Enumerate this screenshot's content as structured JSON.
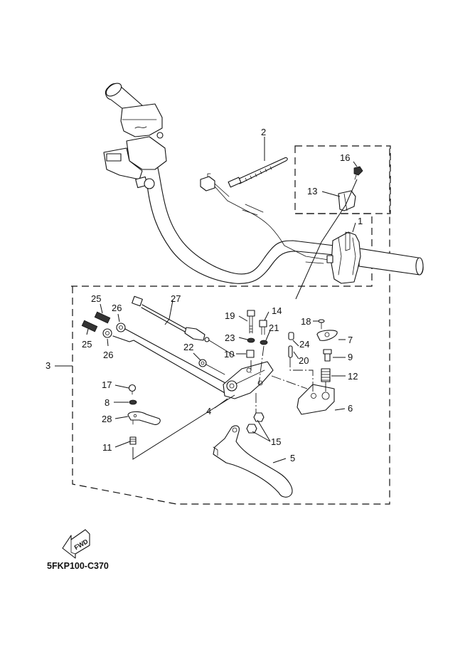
{
  "diagram": {
    "type": "exploded-parts-diagram",
    "subject": "Handlebar, clutch lever assembly",
    "drawing_code": "5FKP100-C370",
    "direction_marker": {
      "label": "FWD",
      "icon": "forward-arrow-icon"
    },
    "callouts": [
      {
        "id": "c1",
        "number": "1",
        "part": "handlebar switch housing"
      },
      {
        "id": "c2",
        "number": "2",
        "part": "cable tie band"
      },
      {
        "id": "c3",
        "number": "3",
        "part": "clutch lever holder assembly (group)"
      },
      {
        "id": "c4",
        "number": "4",
        "part": "lever holder bracket"
      },
      {
        "id": "c5",
        "number": "5",
        "part": "clutch lever"
      },
      {
        "id": "c6",
        "number": "6",
        "part": "hot start lever"
      },
      {
        "id": "c7",
        "number": "7",
        "part": "plate"
      },
      {
        "id": "c8",
        "number": "8",
        "part": "washer"
      },
      {
        "id": "c9",
        "number": "9",
        "part": "plunger"
      },
      {
        "id": "c10",
        "number": "10",
        "part": "collar"
      },
      {
        "id": "c11",
        "number": "11",
        "part": "spring"
      },
      {
        "id": "c12",
        "number": "12",
        "part": "compression spring"
      },
      {
        "id": "c13",
        "number": "13",
        "part": "clamp"
      },
      {
        "id": "c14",
        "number": "14",
        "part": "bolt"
      },
      {
        "id": "c15",
        "number": "15",
        "part": "nut (x2)"
      },
      {
        "id": "c16",
        "number": "16",
        "part": "screw"
      },
      {
        "id": "c17",
        "number": "17",
        "part": "screw"
      },
      {
        "id": "c18",
        "number": "18",
        "part": "screw"
      },
      {
        "id": "c19",
        "number": "19",
        "part": "bolt"
      },
      {
        "id": "c20",
        "number": "20",
        "part": "pin"
      },
      {
        "id": "c21",
        "number": "21",
        "part": "washer"
      },
      {
        "id": "c22",
        "number": "22",
        "part": "nut"
      },
      {
        "id": "c23",
        "number": "23",
        "part": "washer"
      },
      {
        "id": "c24",
        "number": "24",
        "part": "pin"
      },
      {
        "id": "c25",
        "number": "25",
        "part": "adjuster (x2)"
      },
      {
        "id": "c26",
        "number": "26",
        "part": "locknut (x2)"
      },
      {
        "id": "c27",
        "number": "27",
        "part": "switch lead / cable"
      },
      {
        "id": "c28",
        "number": "28",
        "part": "bracket"
      }
    ],
    "labels": {
      "n1": "1",
      "n2": "2",
      "n3": "3",
      "n4": "4",
      "n5": "5",
      "n6": "6",
      "n7": "7",
      "n8": "8",
      "n9": "9",
      "n10": "10",
      "n11": "11",
      "n12": "12",
      "n13": "13",
      "n14": "14",
      "n15": "15",
      "n16": "16",
      "n17": "17",
      "n18": "18",
      "n19": "19",
      "n20": "20",
      "n21": "21",
      "n22": "22",
      "n23": "23",
      "n24": "24",
      "n25a": "25",
      "n25b": "25",
      "n26a": "26",
      "n26b": "26",
      "n27": "27",
      "n28": "28"
    },
    "colors": {
      "line": "#111111",
      "background": "#ffffff"
    }
  }
}
